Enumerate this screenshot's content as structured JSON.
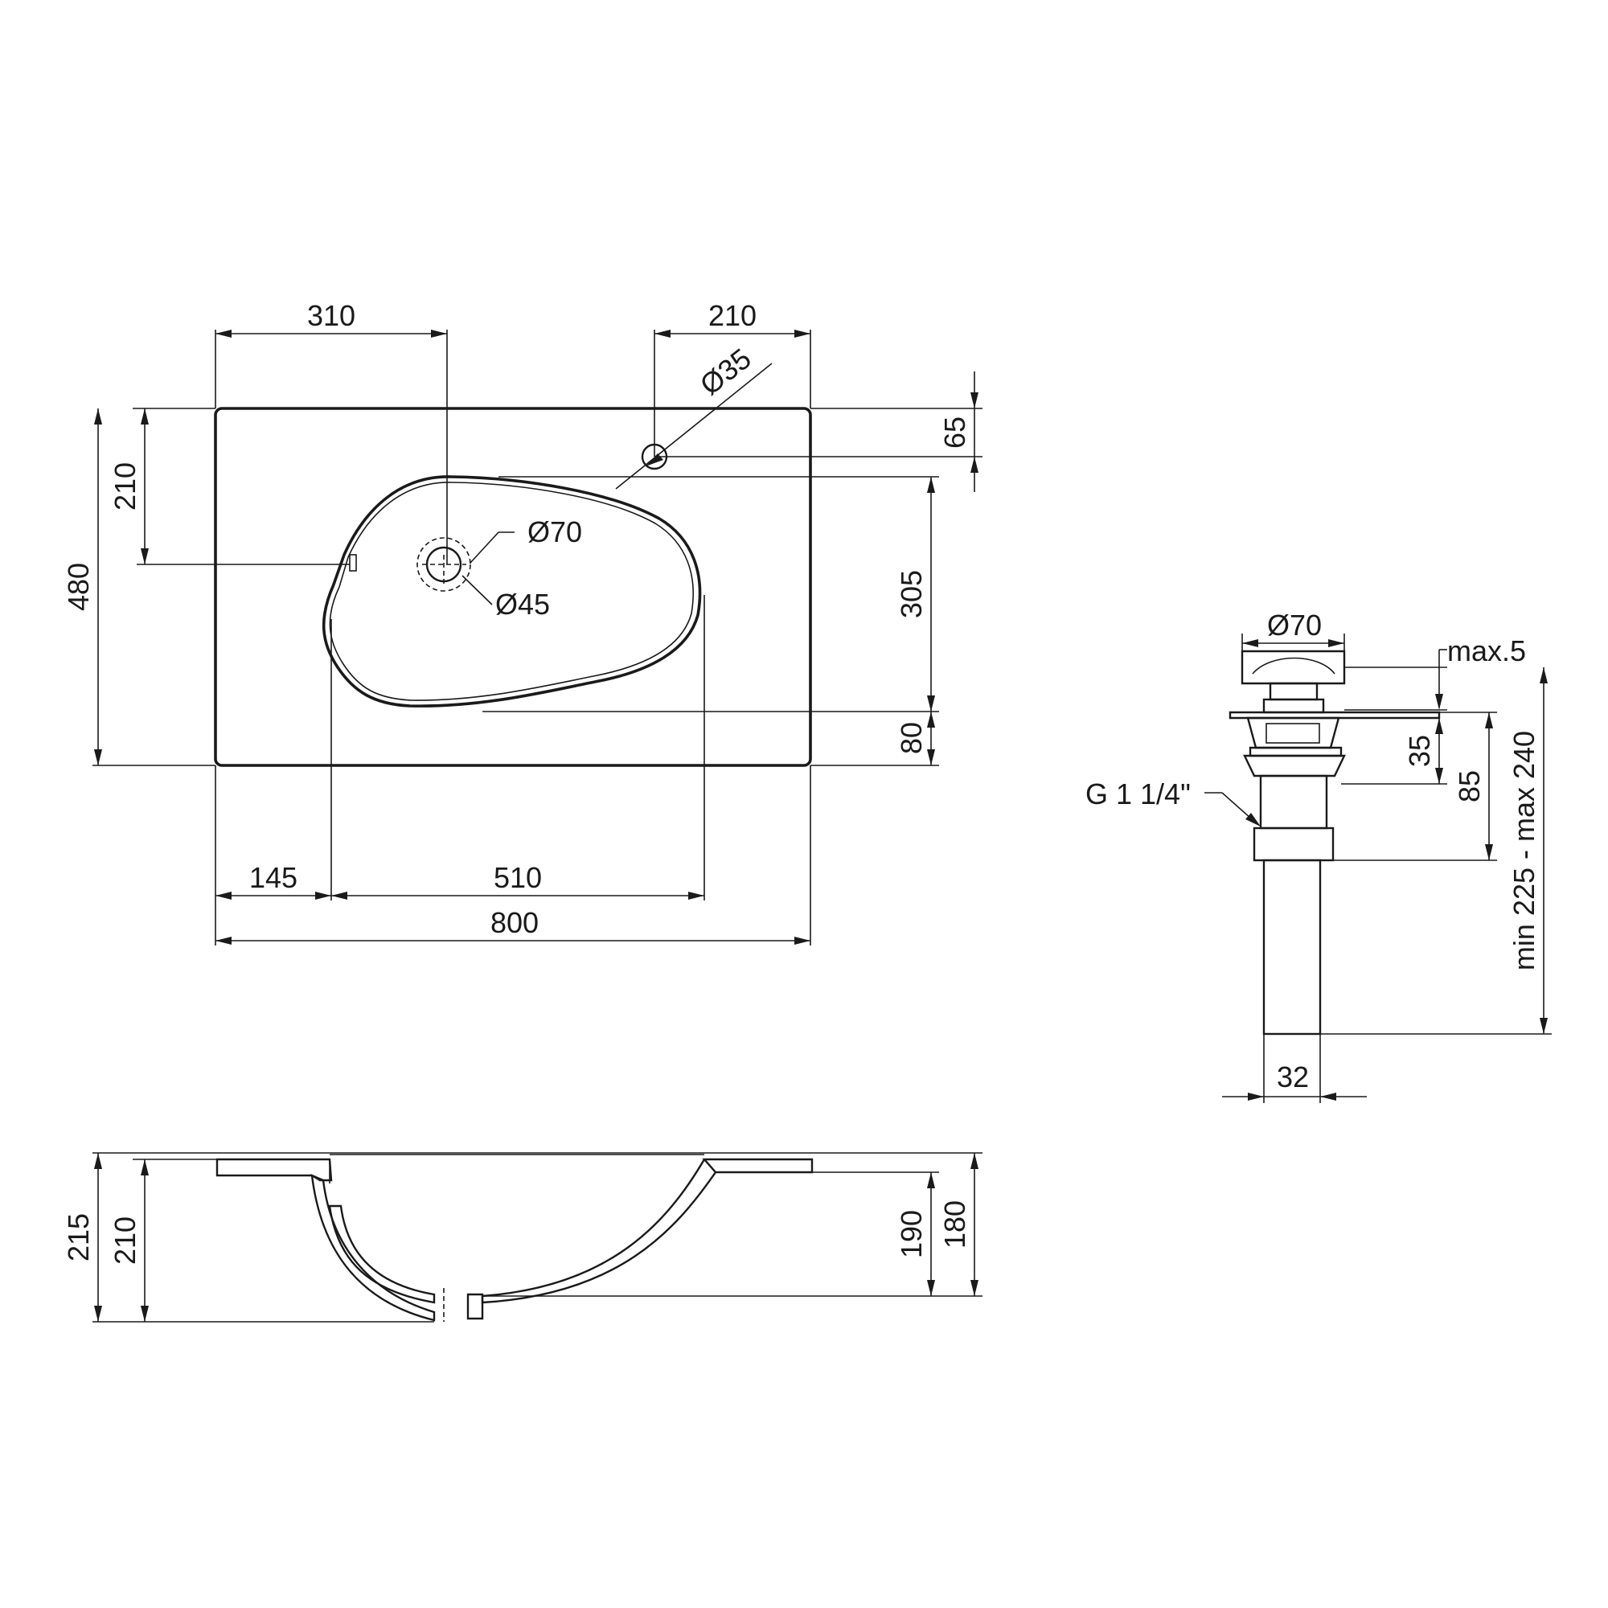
{
  "plan_view": {
    "dims": {
      "faucet_offset": "310",
      "overflow_offset": "210",
      "overflow_dia": "Ø35",
      "overflow_depth": "65",
      "edge_to_drain": "210",
      "total_depth": "480",
      "bowl_depth": "305",
      "front_margin": "80",
      "left_margin": "145",
      "bowl_width": "510",
      "total_width": "800",
      "drain_outer_dia": "Ø70",
      "drain_inner_dia": "Ø45"
    }
  },
  "section_view": {
    "dims": {
      "total_height": "215",
      "drain_height": "210",
      "bowl_height": "190",
      "outer_height": "180"
    }
  },
  "drain_detail": {
    "dims": {
      "cap_dia": "Ø70",
      "cap_lift": "max.5",
      "thread": "G 1 1/4\"",
      "upper_body": "35",
      "body_length": "85",
      "total_length": "min 225 - max 240",
      "pipe_dia": "32"
    }
  }
}
